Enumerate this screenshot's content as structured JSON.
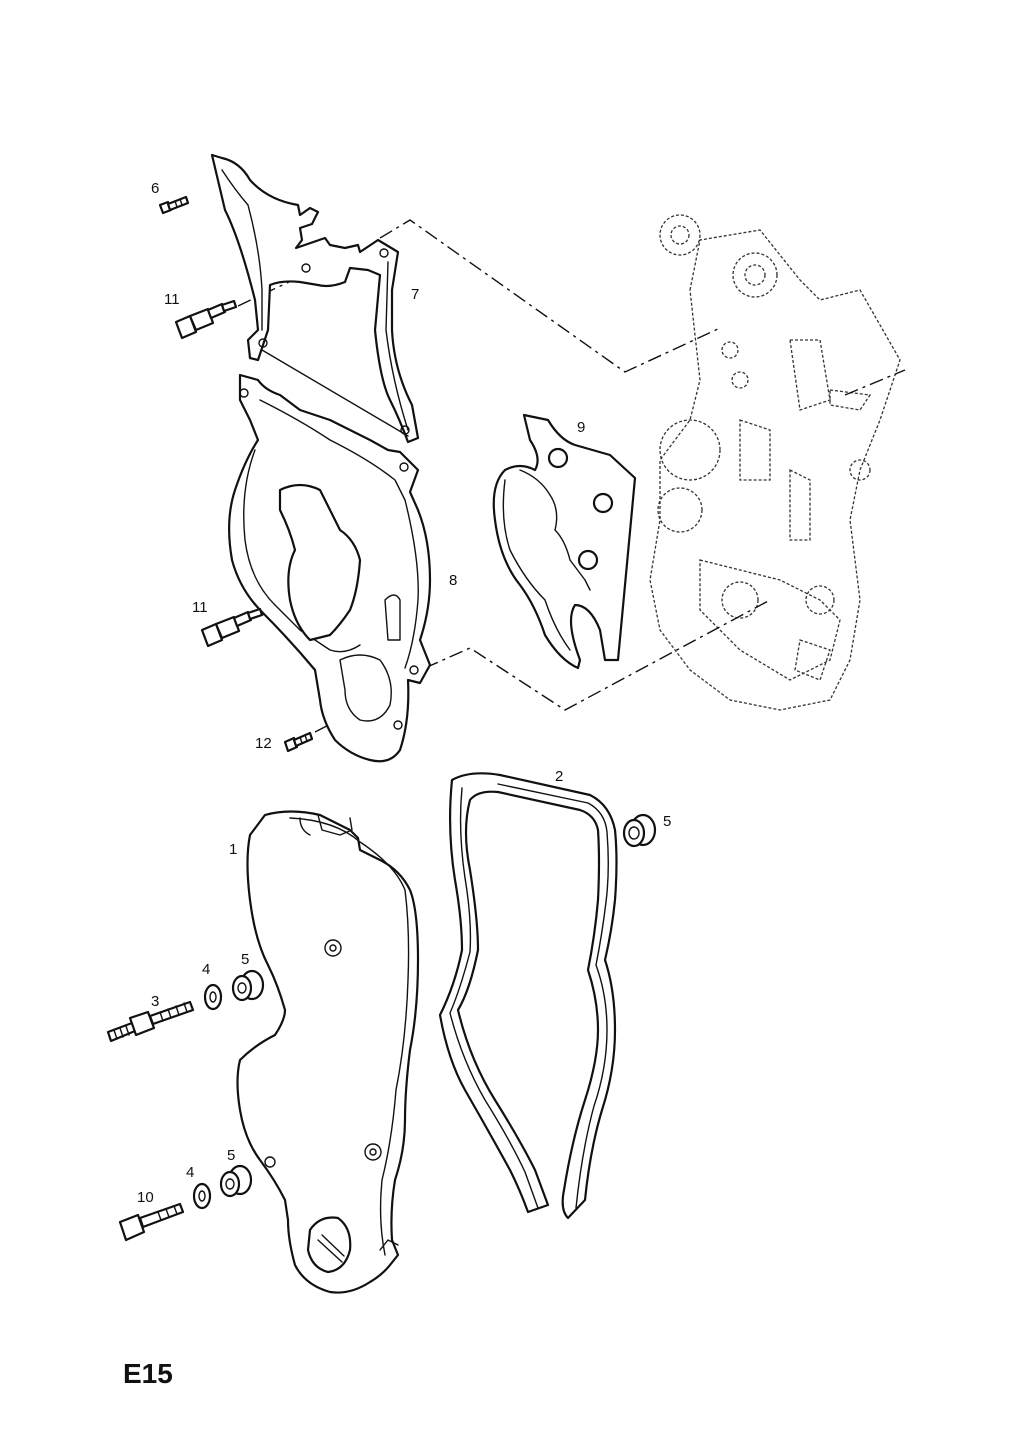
{
  "page_code": "E15",
  "callouts": {
    "c1": "1",
    "c2": "2",
    "c3": "3",
    "c4a": "4",
    "c4b": "4",
    "c5a": "5",
    "c5b": "5",
    "c5c": "5",
    "c6": "6",
    "c7": "7",
    "c8": "8",
    "c9": "9",
    "c10": "10",
    "c11a": "11",
    "c11b": "11",
    "c12": "12"
  }
}
